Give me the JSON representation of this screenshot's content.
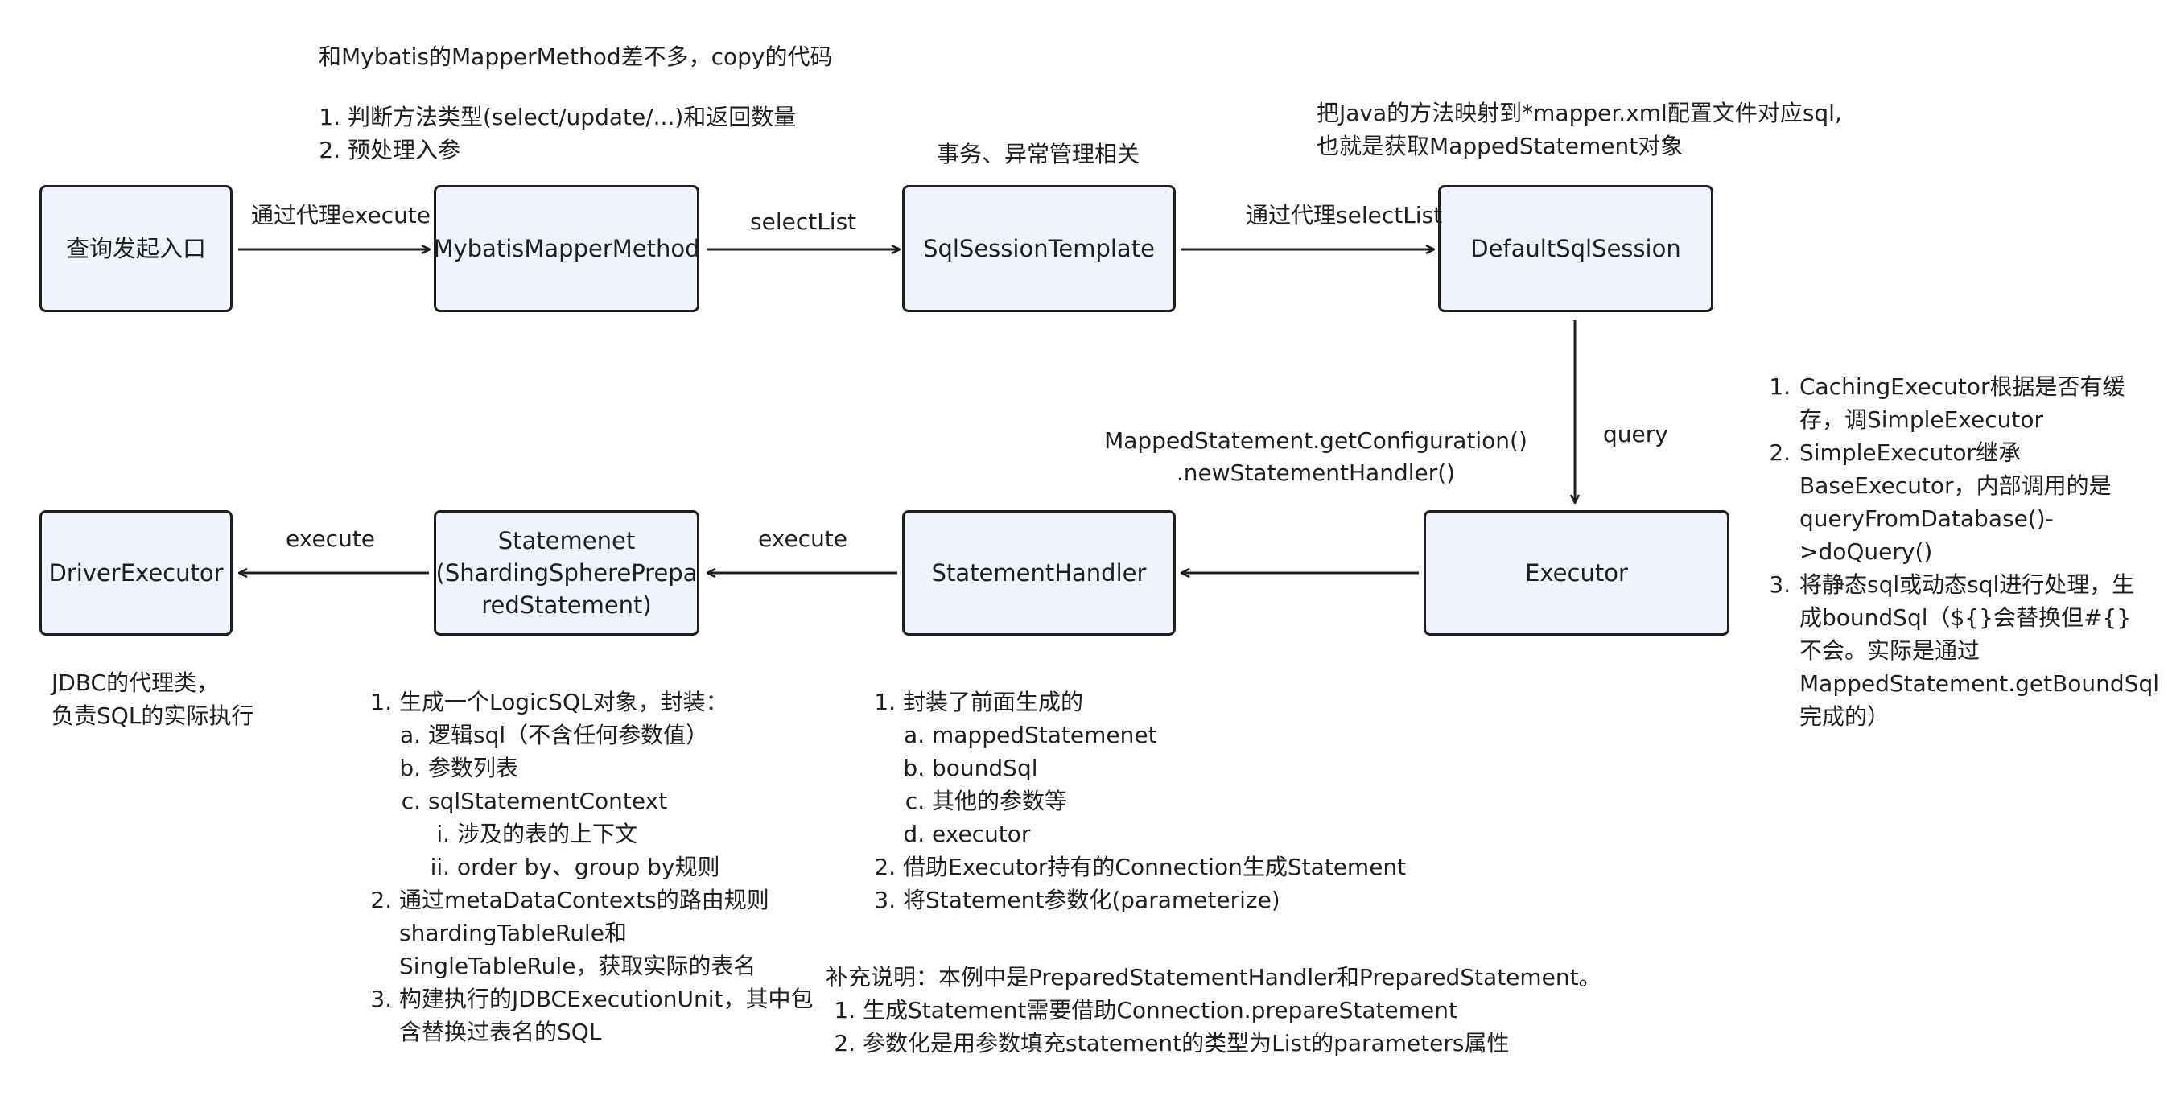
{
  "nodes": {
    "entry": "查询发起入口",
    "mapper_method": "MybatisMapperMethod",
    "template": "SqlSessionTemplate",
    "default_session": "DefaultSqlSession",
    "executor": "Executor",
    "statement_handler": "StatementHandler",
    "statement": "Statemenet\n(ShardingSpherePrepa\nredStatement)",
    "driver_executor": "DriverExecutor"
  },
  "edges": {
    "entry_to_mapper": "通过代理execute",
    "mapper_to_template": "selectList",
    "template_to_session": "通过代理selectList",
    "session_to_executor": "query",
    "executor_to_handler_line1": "MappedStatement.getConfiguration()",
    "executor_to_handler_line2": ".newStatementHandler()",
    "handler_to_statement": "execute",
    "statement_to_driver": "execute"
  },
  "notes": {
    "mapper_method": {
      "heading": "和Mybatis的MapperMethod差不多，copy的代码",
      "items": [
        "判断方法类型(select/update/...)和返回数量",
        "预处理入参"
      ]
    },
    "template": "事务、异常管理相关",
    "default_session": {
      "line1": "把Java的方法映射到*mapper.xml配置文件对应sql,",
      "line2": "也就是获取MappedStatement对象"
    },
    "executor": {
      "items": [
        "CachingExecutor根据是否有缓存，调SimpleExecutor",
        "SimpleExecutor继承BaseExecutor，内部调用的是queryFromDatabase()->doQuery()",
        "将静态sql或动态sql进行处理，生成boundSql（${}会替换但#{}不会。实际是通过MappedStatement.getBoundSql完成的）"
      ]
    },
    "driver_executor": {
      "line1": "JDBC的代理类，",
      "line2": "负责SQL的实际执行"
    },
    "statement": {
      "item1": "生成一个LogicSQL对象，封装：",
      "item1_sub": [
        "逻辑sql（不含任何参数值）",
        "参数列表",
        "sqlStatementContext"
      ],
      "item1_sub_sub": [
        "涉及的表的上下文",
        "order by、group by规则"
      ],
      "item2": "通过metaDataContexts的路由规则shardingTableRule和SingleTableRule，获取实际的表名",
      "item3": "构建执行的JDBCExecutionUnit，其中包含替换过表名的SQL"
    },
    "statement_handler": {
      "item1": "封装了前面生成的",
      "item1_sub": [
        "mappedStatemenet",
        "boundSql",
        "其他的参数等",
        "executor"
      ],
      "item2": "借助Executor持有的Connection生成Statement",
      "item3": "将Statement参数化(parameterize)"
    },
    "supplement": {
      "heading": "补充说明：本例中是PreparedStatementHandler和PreparedStatement。",
      "items": [
        "生成Statement需要借助Connection.prepareStatement",
        "参数化是用参数填充statement的类型为List的parameters属性"
      ]
    }
  },
  "colors": {
    "node_fill": "#eef3fc",
    "stroke": "#1f1f1f"
  }
}
